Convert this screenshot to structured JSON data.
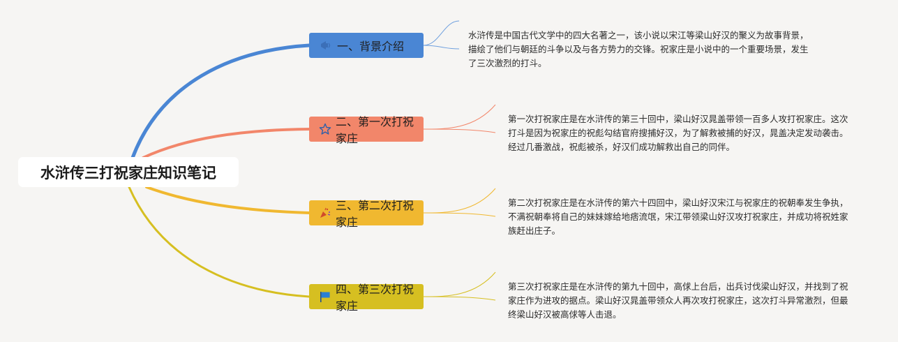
{
  "root": {
    "title": "水浒传三打祝家庄知识笔记"
  },
  "colors": {
    "branch1": "#4a86d4",
    "branch2": "#f2866a",
    "branch3": "#f0b830",
    "branch4": "#d6bf21"
  },
  "branches": [
    {
      "label": "一、背景介绍",
      "icon": "megaphone-icon",
      "text": "水浒传是中国古代文学中的四大名著之一，该小说以宋江等梁山好汉的聚义为故事背景，描绘了他们与朝廷的斗争以及与各方势力的交锋。祝家庄是小说中的一个重要场景，发生了三次激烈的打斗。"
    },
    {
      "label": "二、第一次打祝家庄",
      "icon": "star-icon",
      "text": "第一次打祝家庄是在水浒传的第三十回中，梁山好汉晁盖带领一百多人攻打祝家庄。这次打斗是因为祝家庄的祝彪勾结官府搜捕好汉，为了解救被捕的好汉，晁盖决定发动袭击。经过几番激战，祝彪被杀，好汉们成功解救出自己的同伴。"
    },
    {
      "label": "三、第二次打祝家庄",
      "icon": "party-popper-icon",
      "text": "第二次打祝家庄是在水浒传的第六十四回中，梁山好汉宋江与祝家庄的祝朝奉发生争执，不满祝朝奉将自己的妹妹嫁给地痞流氓，宋江带领梁山好汉攻打祝家庄，并成功将祝姓家族赶出庄子。"
    },
    {
      "label": "四、第三次打祝家庄",
      "icon": "flag-icon",
      "text": "第三次打祝家庄是在水浒传的第九十回中，高俅上台后，出兵讨伐梁山好汉，并找到了祝家庄作为进攻的据点。梁山好汉晁盖带领众人再次攻打祝家庄，这次打斗异常激烈，但最终梁山好汉被高俅等人击退。"
    }
  ]
}
